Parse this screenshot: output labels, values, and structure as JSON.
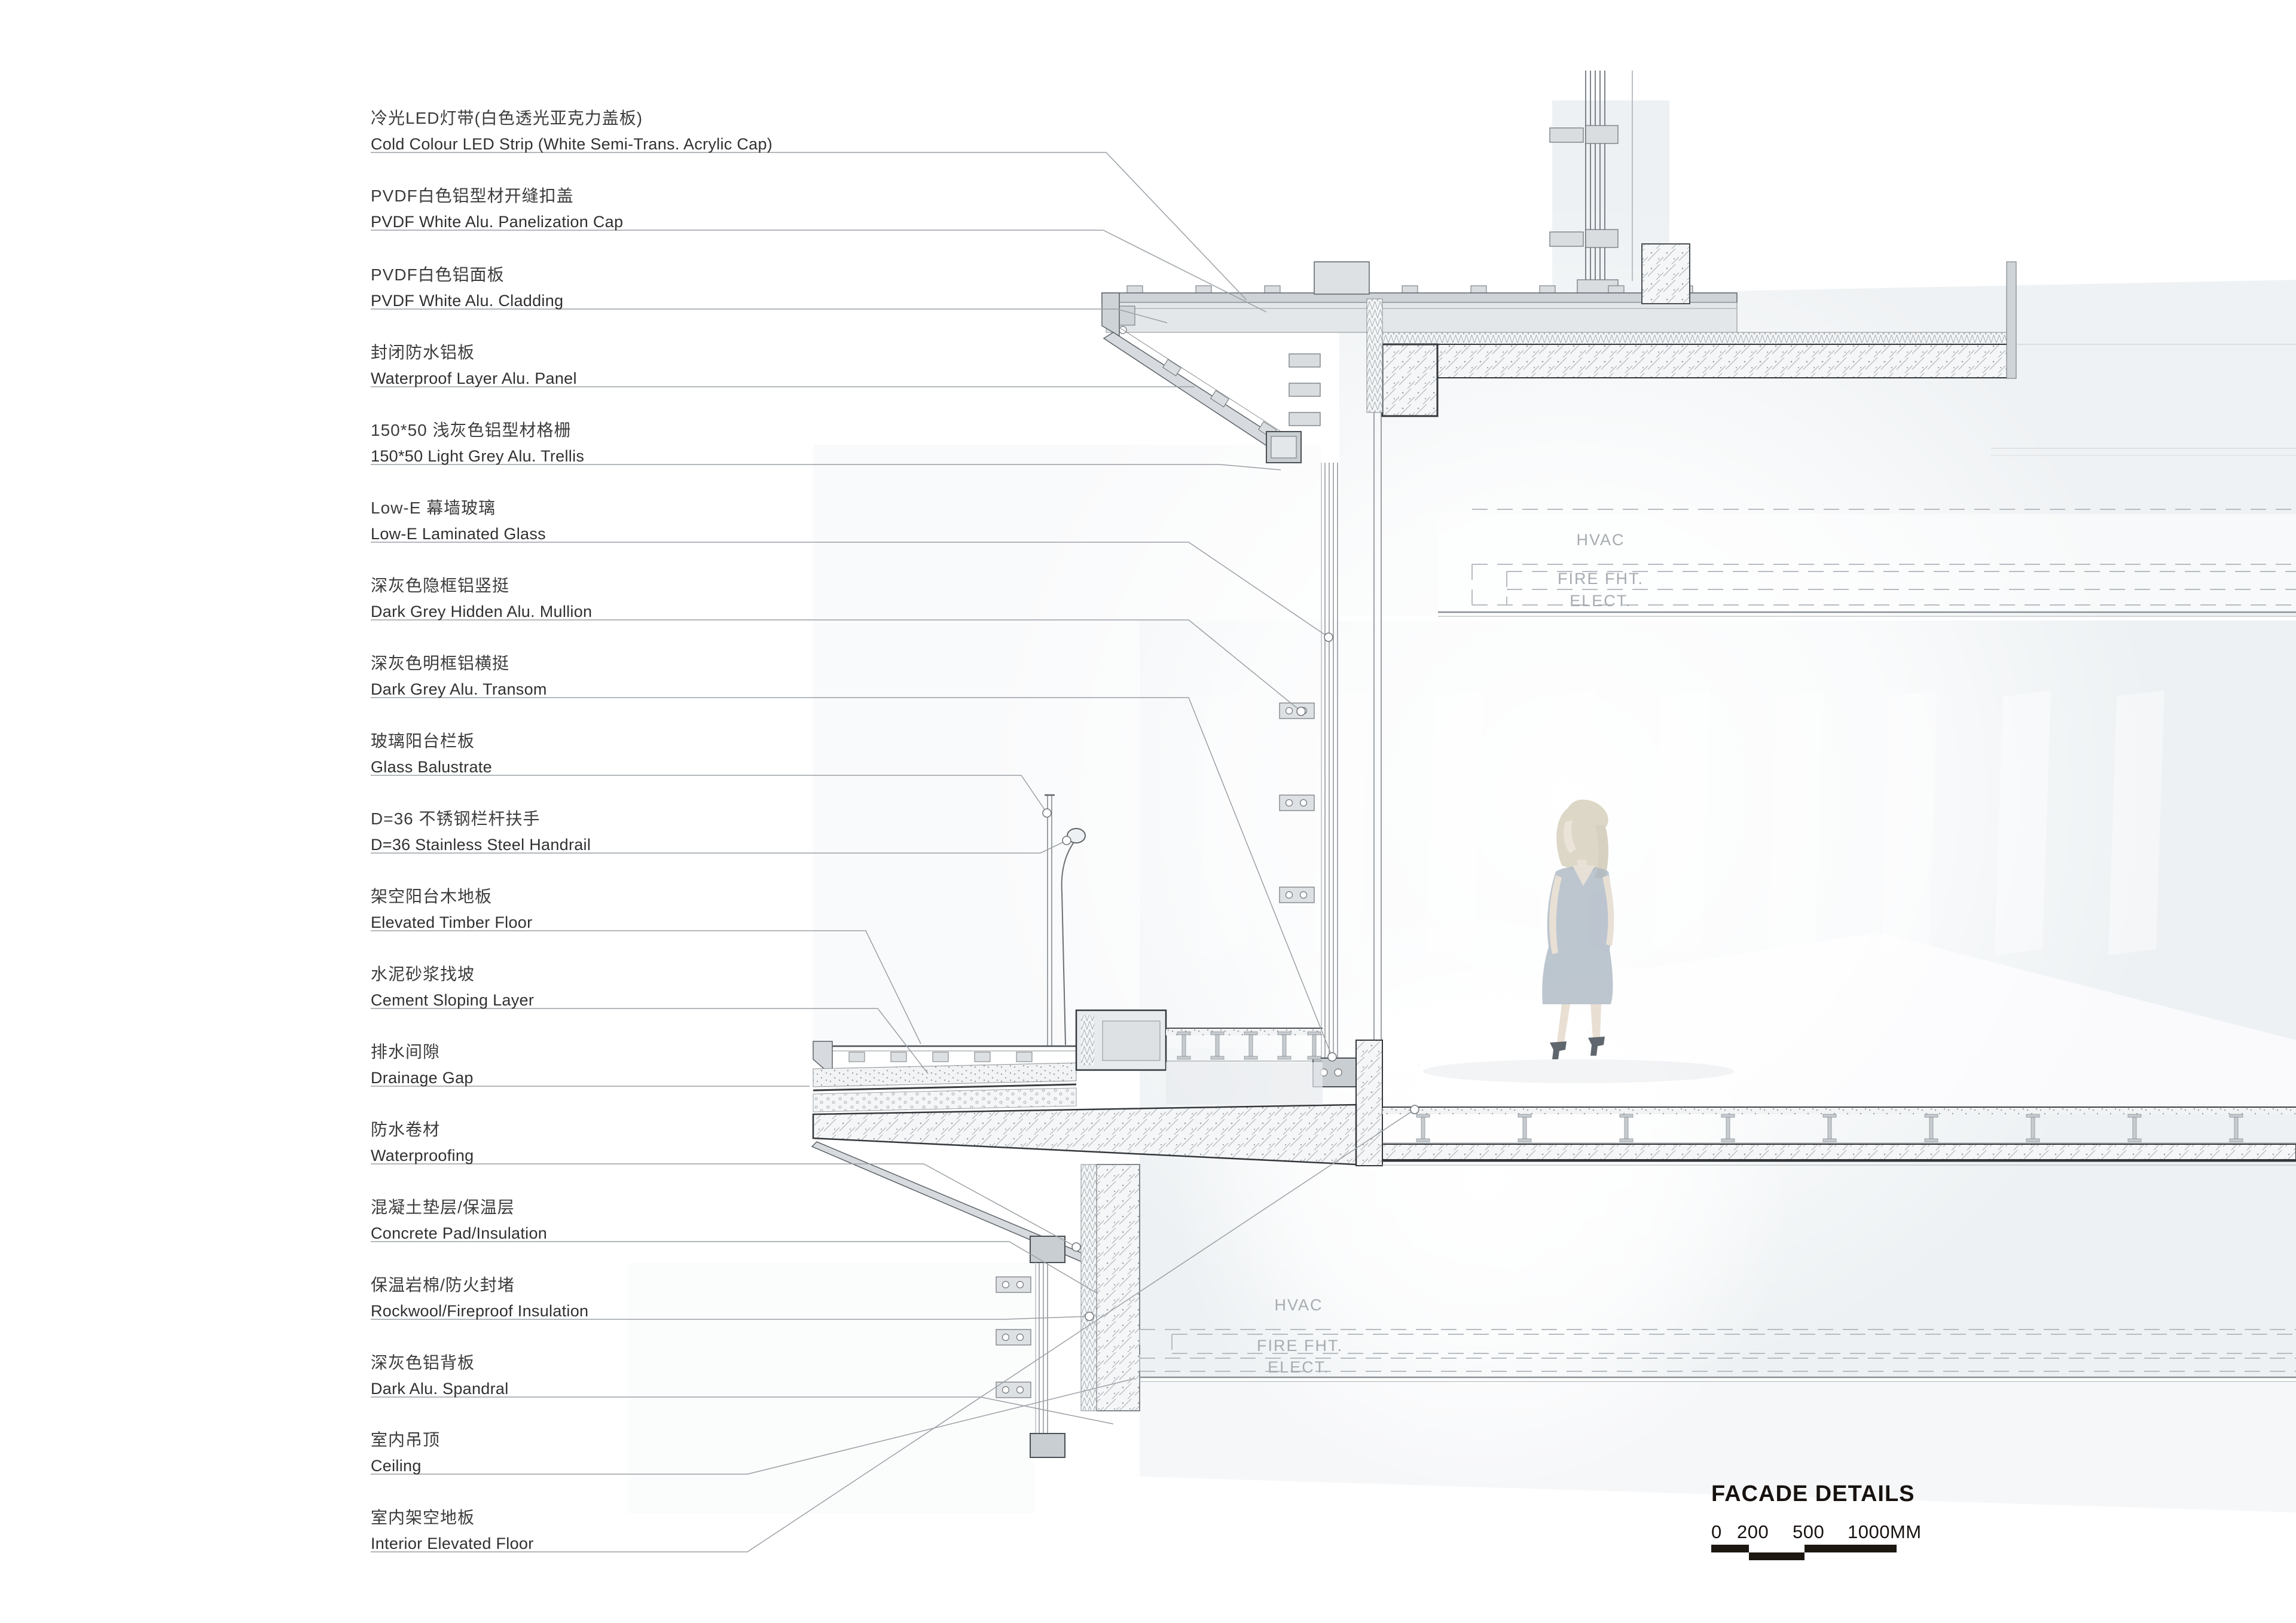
{
  "page": {
    "title": "FACADE DETAILS"
  },
  "scale_bar": {
    "ticks": [
      "0",
      "200",
      "500",
      "1000MM"
    ],
    "bar_color": "#1d1712"
  },
  "labels": [
    {
      "zh": "冷光LED灯带(白色透光亚克力盖板)",
      "en": "Cold Colour LED Strip (White Semi-Trans. Acrylic Cap)"
    },
    {
      "zh": "PVDF白色铝型材开缝扣盖",
      "en": "PVDF White Alu. Panelization Cap"
    },
    {
      "zh": "PVDF白色铝面板",
      "en": "PVDF White Alu. Cladding"
    },
    {
      "zh": "封闭防水铝板",
      "en": "Waterproof Layer Alu. Panel"
    },
    {
      "zh": "150*50 浅灰色铝型材格栅",
      "en": "150*50 Light Grey Alu. Trellis"
    },
    {
      "zh": "Low-E 幕墙玻璃",
      "en": "Low-E Laminated Glass"
    },
    {
      "zh": "深灰色隐框铝竖挺",
      "en": "Dark Grey Hidden Alu. Mullion"
    },
    {
      "zh": "深灰色明框铝横挺",
      "en": "Dark Grey Alu. Transom"
    },
    {
      "zh": "玻璃阳台栏板",
      "en": "Glass Balustrate"
    },
    {
      "zh": "D=36 不锈钢栏杆扶手",
      "en": "D=36 Stainless Steel Handrail"
    },
    {
      "zh": "架空阳台木地板",
      "en": "Elevated Timber Floor"
    },
    {
      "zh": "水泥砂浆找坡",
      "en": "Cement Sloping Layer"
    },
    {
      "zh": "排水间隙",
      "en": "Drainage Gap"
    },
    {
      "zh": "防水卷材",
      "en": "Waterproofing"
    },
    {
      "zh": "混凝土垫层/保温层",
      "en": "Concrete Pad/Insulation"
    },
    {
      "zh": "保温岩棉/防火封堵",
      "en": "Rockwool/Fireproof Insulation"
    },
    {
      "zh": "深灰色铝背板",
      "en": "Dark Alu. Spandral"
    },
    {
      "zh": "室内吊顶",
      "en": "Ceiling"
    },
    {
      "zh": "室内架空地板",
      "en": "Interior Elevated Floor"
    }
  ],
  "annotations": {
    "upper": {
      "hvac": "HVAC",
      "fire": "FIRE FHT.",
      "elect": "ELECT."
    },
    "lower": {
      "hvac": "HVAC",
      "fire": "FIRE FHT.",
      "elect": "ELECT."
    }
  },
  "colors": {
    "line": "#6a7075",
    "leader": "#9aa0a5",
    "annotation": "#a6acb1",
    "title": "#17120f"
  }
}
